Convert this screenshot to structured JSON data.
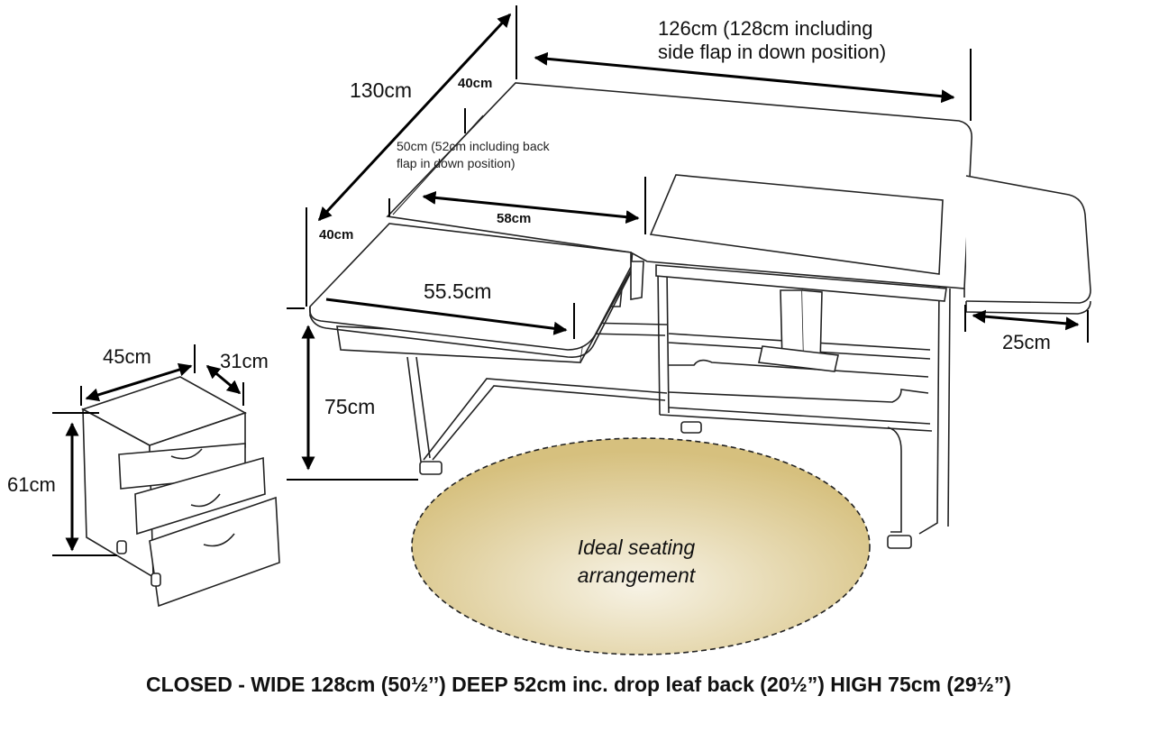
{
  "dimensions": {
    "table_width": "126cm (128cm including",
    "table_width_line2": "side flap in down position)",
    "overall_length": "130cm",
    "flap_depth_top": "40cm",
    "flap_depth_left": "40cm",
    "back_depth": "50cm (52cm including back",
    "back_depth_line2": "flap in down position)",
    "centre_span": "58cm",
    "left_surface": "55.5cm",
    "side_flap": "25cm",
    "height": "75cm",
    "cabinet_width": "45cm",
    "cabinet_depth": "31cm",
    "cabinet_height": "61cm"
  },
  "seating_label_line1": "Ideal seating",
  "seating_label_line2": "arrangement",
  "caption": "CLOSED - WIDE 128cm (50½’’) DEEP 52cm inc. drop leaf back (20½”) HIGH 75cm  (29½”)",
  "colors": {
    "seating_center": "#f7f3e6",
    "seating_edge": "#d6c07e",
    "line": "#222222"
  }
}
